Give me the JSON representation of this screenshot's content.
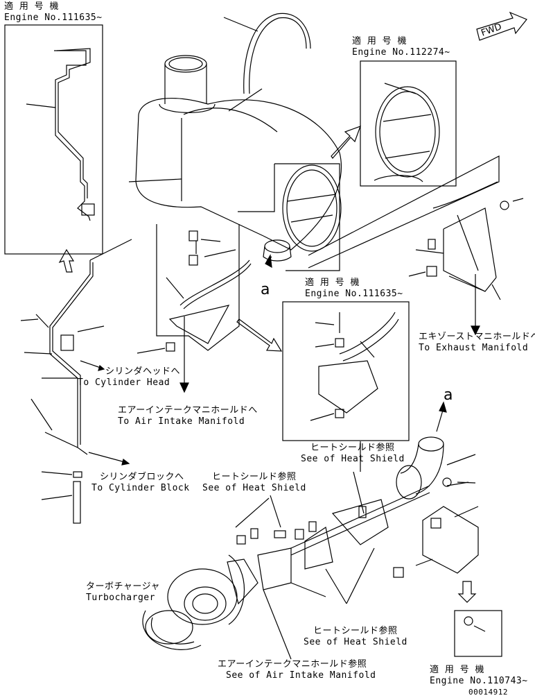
{
  "labels": {
    "applicable_jp_1": "適 用 号 機",
    "engine_111635_a": "Engine No.111635~",
    "applicable_jp_2": "適 用 号 機",
    "engine_112274": "Engine No.112274~",
    "applicable_jp_3": "適 用 号 機",
    "engine_111635_b": "Engine No.111635~",
    "applicable_jp_4": "適 用 号 機",
    "engine_110743": "Engine No.110743~",
    "exhaust_jp": "エキゾーストマニホールドへ",
    "exhaust_en": "To Exhaust Manifold",
    "cyl_head_jp": "シリンダヘッドへ",
    "cyl_head_en": "To Cylinder Head",
    "air_intake_jp": "エアーインテークマニホールドへ",
    "air_intake_en": "To Air Intake Manifold",
    "cyl_block_jp": "シリンダブロックへ",
    "cyl_block_en": "To Cylinder Block",
    "heat_shield_jp_1": "ヒートシールド参照",
    "heat_shield_en_1": "See of Heat Shield",
    "heat_shield_jp_2": "ヒートシールド参照",
    "heat_shield_en_2": "See of Heat Shield",
    "heat_shield_jp_3": "ヒートシールド参照",
    "heat_shield_en_3": "See of Heat Shield",
    "turbo_jp": "ターボチャージャ",
    "turbo_en": "Turbocharger",
    "air_intake_ref_jp": "エアーインテークマニホールド参照",
    "air_intake_ref_en": "See of Air Intake Manifold",
    "ref_a_1": "a",
    "ref_a_2": "a",
    "fwd": "FWD",
    "drawing_number": "00014912"
  }
}
